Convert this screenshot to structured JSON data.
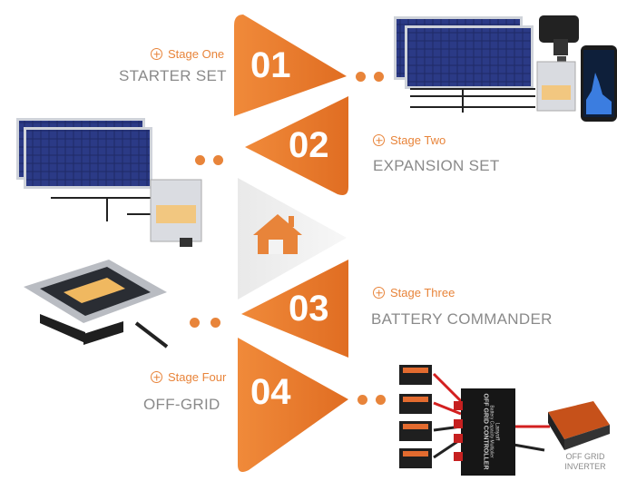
{
  "stages": [
    {
      "tag": "Stage One",
      "name": "STARTER SET",
      "number": "01"
    },
    {
      "tag": "Stage Two",
      "name": "EXPANSION SET",
      "number": "02"
    },
    {
      "tag": "Stage Three",
      "name": "BATTERY COMMANDER",
      "number": "03"
    },
    {
      "tag": "Stage Four",
      "name": "OFF-GRID",
      "number": "04"
    }
  ],
  "controller": {
    "brand": "Lanyoff",
    "subtitle": "Battery Capacity Multiplier",
    "title": "OFF GRID CONTROLLER"
  },
  "inverter_label_line1": "OFF GRID",
  "inverter_label_line2": "INVERTER",
  "home_icon": "house-icon",
  "colors": {
    "accent": "#e8843a",
    "accent_dark": "#d9691f",
    "grey_text": "#8a8a8a",
    "panel": "#1f2a66"
  }
}
